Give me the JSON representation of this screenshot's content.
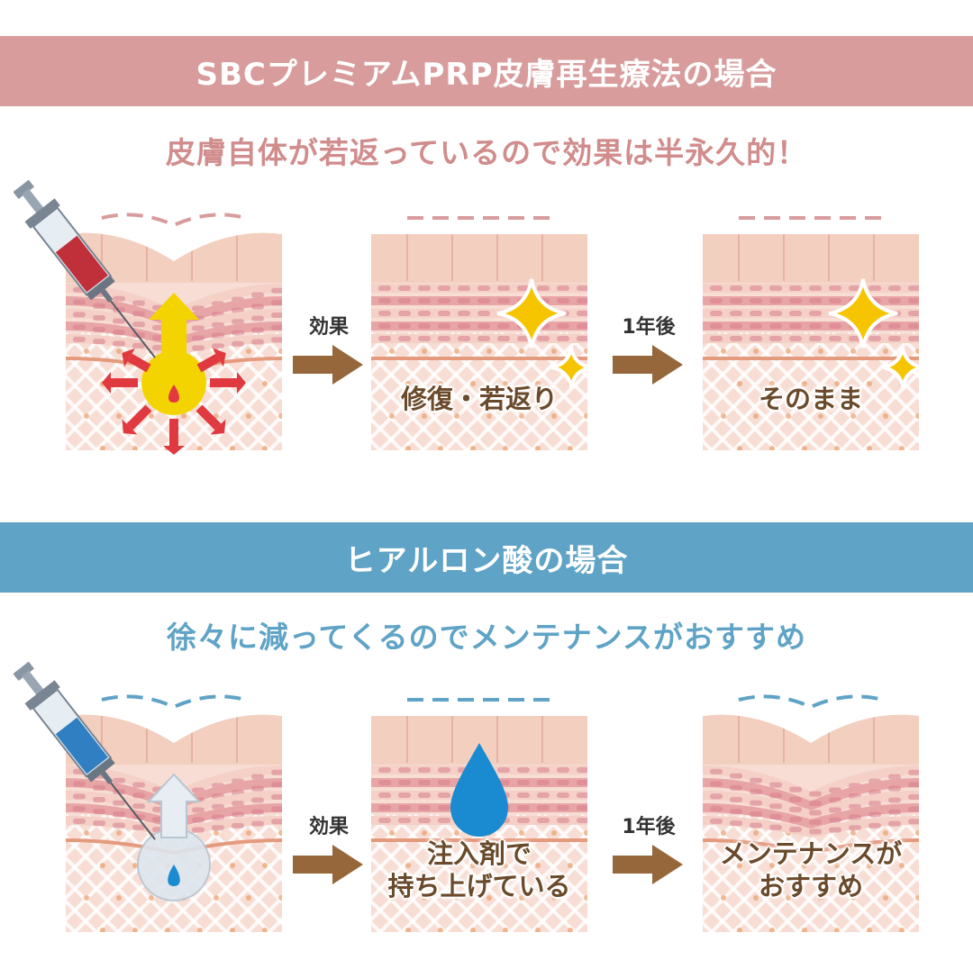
{
  "sections": [
    {
      "id": "prp",
      "banner": "SBCプレミアムPRP皮膚再生療法の場合",
      "subtitle": "皮膚自体が若返っているので効果は半永久的！",
      "accent": "#d89c9c",
      "syringe_fluid": "#c0303a",
      "arrows": [
        {
          "label": "効果"
        },
        {
          "label": "1年後"
        }
      ],
      "panels": [
        {
          "state": "wrinkle-injection",
          "caption": []
        },
        {
          "state": "smooth-sparkle",
          "caption": [
            "修復・若返り"
          ]
        },
        {
          "state": "smooth-sparkle",
          "caption": [
            "そのまま"
          ]
        }
      ]
    },
    {
      "id": "ha",
      "banner": "ヒアルロン酸の場合",
      "subtitle": "徐々に減ってくるのでメンテナンスがおすすめ",
      "accent": "#5fa3c6",
      "syringe_fluid": "#2f7fc2",
      "arrows": [
        {
          "label": "効果"
        },
        {
          "label": "1年後"
        }
      ],
      "panels": [
        {
          "state": "wrinkle-injection",
          "caption": []
        },
        {
          "state": "smooth-droplet",
          "caption": [
            "注入剤で",
            "持ち上げている"
          ]
        },
        {
          "state": "wrinkle",
          "caption": [
            "メンテナンスが",
            "おすすめ"
          ]
        }
      ]
    }
  ],
  "colors": {
    "arrow": "#95673a",
    "skin_top": "#f3cfc0",
    "skin_layer": "#f1c2bd",
    "dermis_bg": "#f7ddd4",
    "sparkle": "#f6c500",
    "droplet": "#1a8bd0",
    "push_arrow_prp": "#f4d400",
    "burst_arrow": "#e0393f"
  }
}
